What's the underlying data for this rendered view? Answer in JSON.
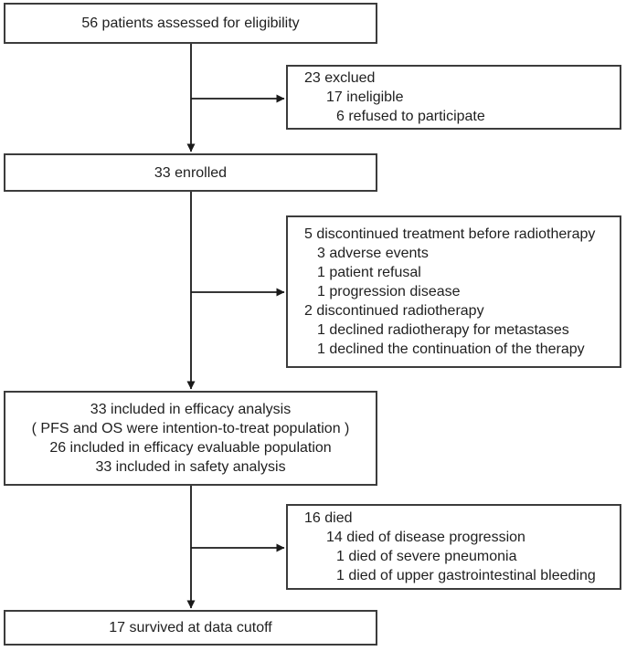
{
  "colors": {
    "background": "#ffffff",
    "box_border": "#3c3c3c",
    "connector_line": "#1a1a1a",
    "text": "#1f1f1f"
  },
  "flow": {
    "eligibility": {
      "text": "56 patients assessed for eligibility"
    },
    "excluded": {
      "lines": [
        "23 exclued",
        "17 ineligible",
        "6 refused to participate"
      ]
    },
    "enrolled": {
      "text": "33 enrolled"
    },
    "discontinued": {
      "lines": [
        "5 discontinued treatment before radiotherapy",
        "3 adverse events",
        "1 patient refusal",
        "1 progression disease",
        "2 discontinued radiotherapy",
        "1 declined radiotherapy for metastases",
        "1 declined the continuation of the therapy"
      ]
    },
    "efficacy": {
      "lines": [
        "33 included in efficacy analysis",
        "( PFS and OS were intention-to-treat population )",
        "26 included in efficacy evaluable population",
        "33 included in safety analysis"
      ]
    },
    "died": {
      "lines": [
        "16 died",
        "14 died of disease progression",
        "1 died of severe pneumonia",
        "1 died of upper gastrointestinal bleeding"
      ]
    },
    "survived": {
      "text": "17 survived at data cutoff"
    }
  }
}
